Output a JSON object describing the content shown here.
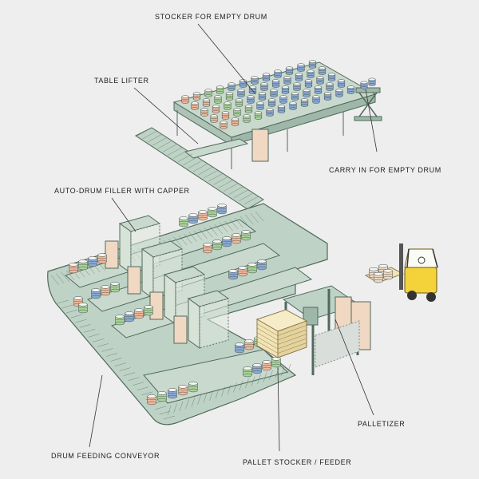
{
  "labels": {
    "stocker_empty_drum": "STOCKER FOR EMPTY DRUM",
    "table_lifter": "TABLE LIFTER",
    "carry_in_empty_drum": "CARRY IN FOR EMPTY DRUM",
    "auto_drum_filler": "AUTO-DRUM FILLER WITH CAPPER",
    "palletizer": "PALLETIZER",
    "drum_feeding_conveyor": "DRUM FEEDING CONVEYOR",
    "pallet_stocker_feeder": "PALLET STOCKER / FEEDER"
  },
  "colors": {
    "background": "#eeeeee",
    "conveyor": "#bfd2c6",
    "conveyor_edge": "#4f6a5c",
    "drum_blue": "#8aa9d6",
    "drum_green": "#a9d39a",
    "drum_peach": "#f1b79a",
    "machine": "#d7e3d6",
    "cabinet": "#f0d8c2",
    "forklift": "#f3d23a",
    "pallet_box": "#f2e3b5"
  }
}
